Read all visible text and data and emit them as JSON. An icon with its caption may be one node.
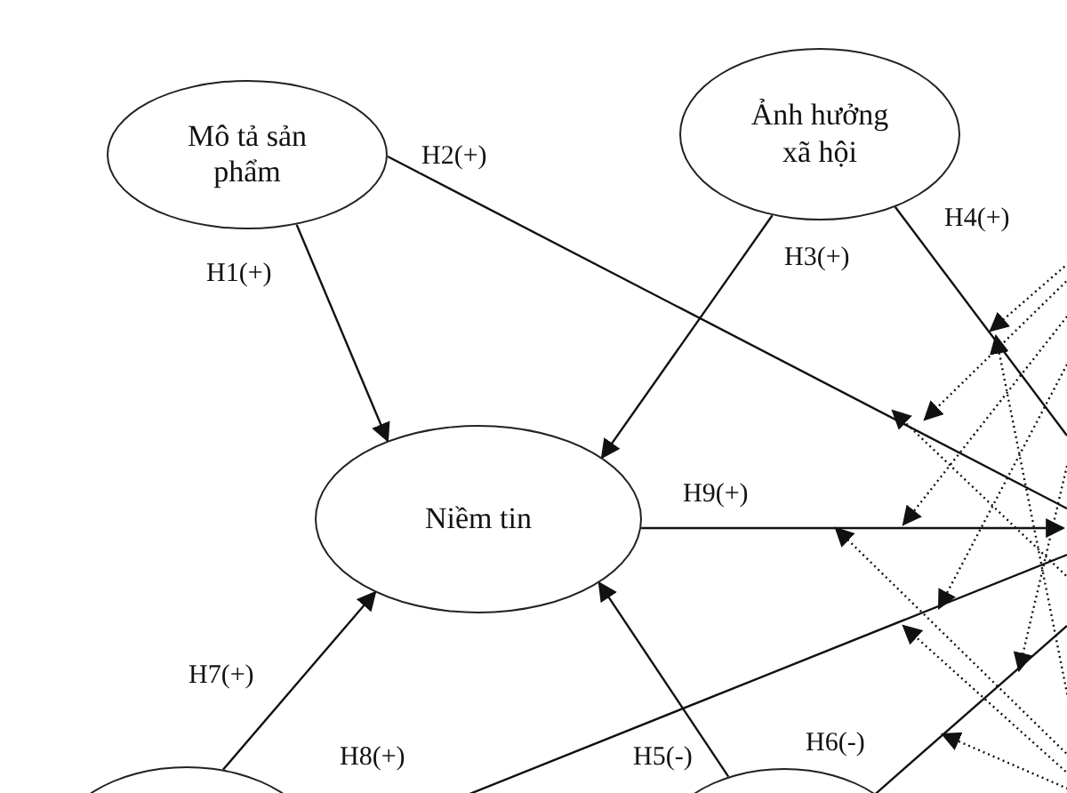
{
  "diagram": {
    "nodes": [
      {
        "text": [
          "Mô tả sản phẩm"
        ]
      },
      {
        "text": [
          "Ảnh hưởng xã hội"
        ]
      },
      {
        "text": [
          "Niềm tin"
        ]
      },
      {
        "text": [],
        "shape": "ellipse"
      },
      {
        "text": [],
        "shape": "ellipse"
      }
    ],
    "edges": [
      {
        "from": 0,
        "to": 2,
        "arrow": "to",
        "label": "H1(+)"
      },
      {
        "from": 0,
        "to": null,
        "arrow": "none",
        "label": "H2(+)"
      },
      {
        "from": 1,
        "to": 2,
        "arrow": "to",
        "label": "H3(+)"
      },
      {
        "from": 1,
        "to": null,
        "arrow": "none",
        "label": "H4(+)"
      },
      {
        "from": 2,
        "to": null,
        "arrow": "to",
        "label": "H9(+)"
      },
      {
        "from": 3,
        "to": 2,
        "arrow": "to",
        "label": "H7(+)"
      },
      {
        "from": 3,
        "to": null,
        "arrow": "none",
        "label": "H8(+)"
      },
      {
        "from": 4,
        "to": 2,
        "arrow": "to",
        "label": "H5(-)"
      },
      {
        "from": 4,
        "to": null,
        "arrow": "none",
        "label": "H6(-)"
      }
    ]
  }
}
